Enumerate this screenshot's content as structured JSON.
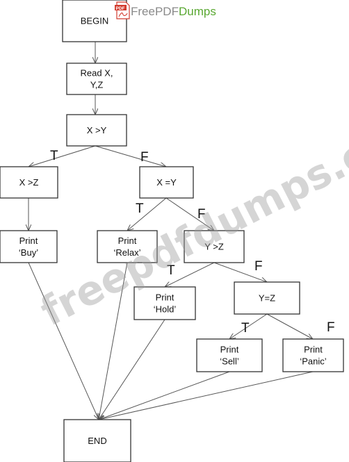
{
  "logo": {
    "badge": "PDF",
    "brand_part1": "FreePDF",
    "brand_part2": "Dumps"
  },
  "watermark": "freepdfdumps.com",
  "nodes": {
    "begin": [
      "BEGIN"
    ],
    "read": [
      "Read X,",
      "Y,Z"
    ],
    "xgty": [
      "X >Y"
    ],
    "xgtz": [
      "X >Z"
    ],
    "xeqy": [
      "X =Y"
    ],
    "buy": [
      "Print",
      "‘Buy’"
    ],
    "relax": [
      "Print",
      "‘Relax’"
    ],
    "ygtz": [
      "Y >Z"
    ],
    "hold": [
      "Print",
      "‘Hold’"
    ],
    "yeqz": [
      "Y=Z"
    ],
    "sell": [
      "Print",
      "‘Sell’"
    ],
    "panic": [
      "Print",
      "‘Panic’"
    ],
    "end": [
      "END"
    ]
  },
  "branch_labels": {
    "xgty_true": "T",
    "xgty_false": "F",
    "xeqy_true": "T",
    "xeqy_false": "F",
    "ygtz_true": "T",
    "ygtz_false": "F",
    "yeqz_true": "T",
    "yeqz_false": "F"
  },
  "edges": [
    [
      "begin",
      "read"
    ],
    [
      "read",
      "xgty"
    ],
    [
      "xgty",
      "xgtz"
    ],
    [
      "xgty",
      "xeqy"
    ],
    [
      "xgtz",
      "buy"
    ],
    [
      "xeqy",
      "relax"
    ],
    [
      "xeqy",
      "ygtz"
    ],
    [
      "ygtz",
      "hold"
    ],
    [
      "ygtz",
      "yeqz"
    ],
    [
      "yeqz",
      "sell"
    ],
    [
      "yeqz",
      "panic"
    ],
    [
      "buy",
      "end"
    ],
    [
      "relax",
      "end"
    ],
    [
      "hold",
      "end"
    ],
    [
      "sell",
      "end"
    ],
    [
      "panic",
      "end"
    ]
  ]
}
